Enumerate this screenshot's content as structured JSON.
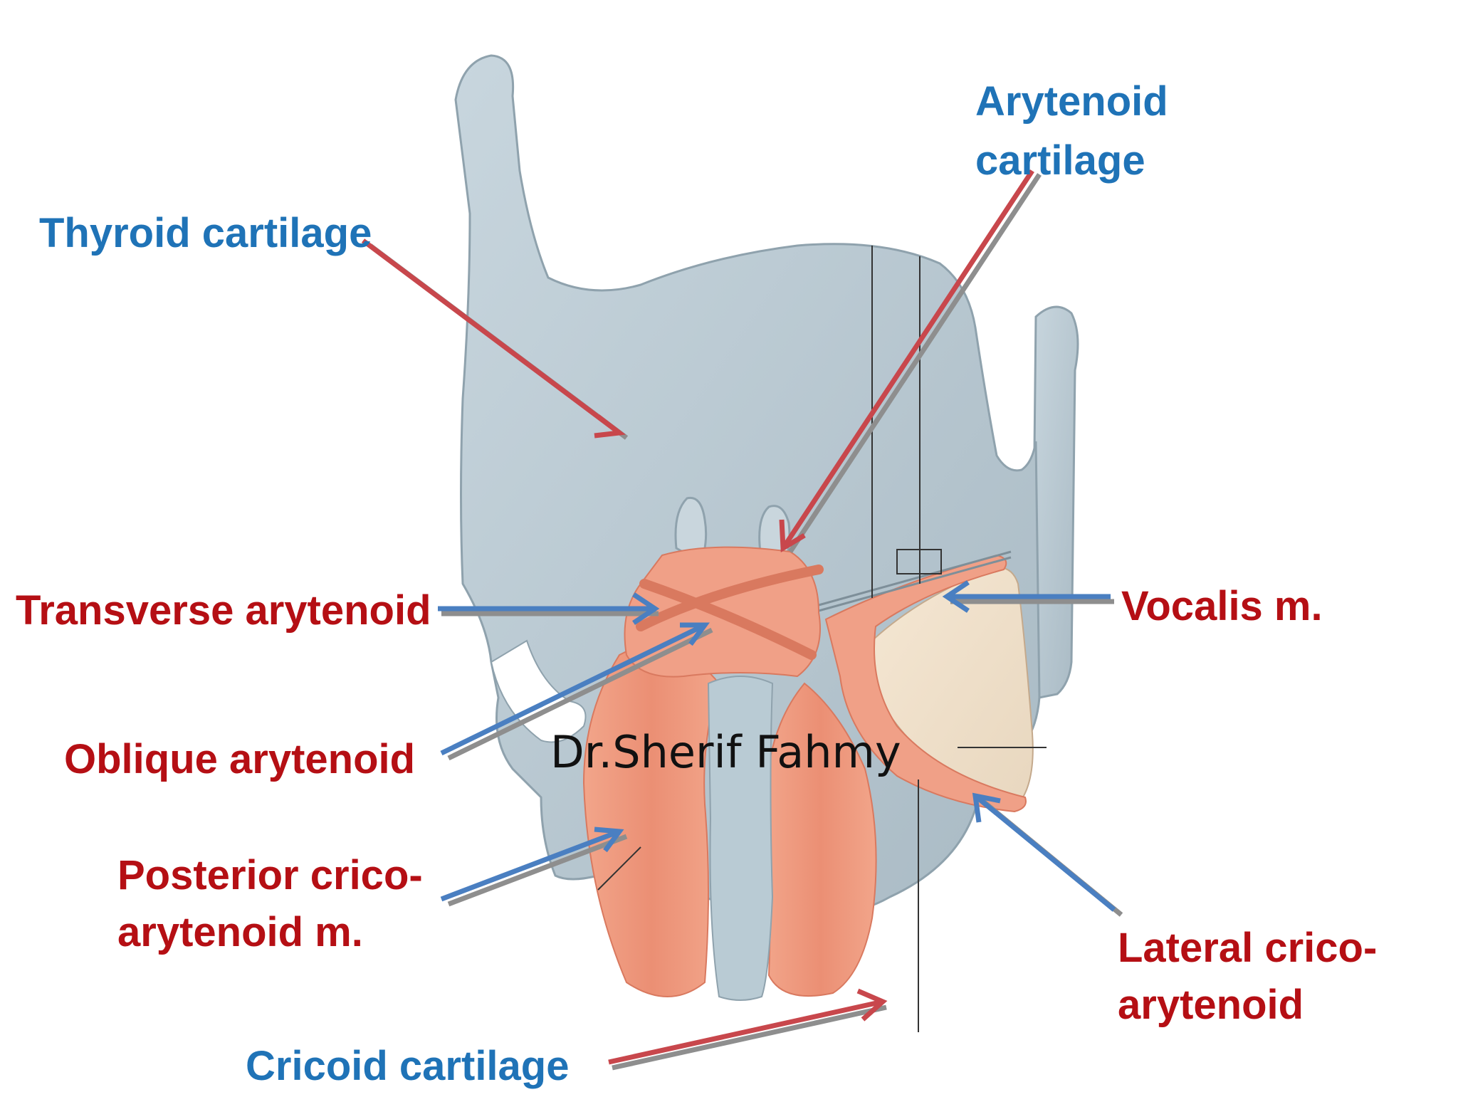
{
  "labels": {
    "thyroid": "Thyroid cartilage",
    "arytenoid_line1": "Arytenoid",
    "arytenoid_line2": "cartilage",
    "transverse": "Transverse arytenoid",
    "vocalis": "Vocalis m.",
    "oblique": "Oblique arytenoid",
    "posterior_line1": "Posterior crico-",
    "posterior_line2": "arytenoid m.",
    "lateral_line1": "Lateral crico-",
    "lateral_line2": "arytenoid",
    "cricoid": "Cricoid cartilage"
  },
  "watermark": "Dr.Sherif Fahmy",
  "colors": {
    "label_blue": "#1f73b7",
    "label_red": "#b50f14",
    "arrow_red": "#c8474c",
    "arrow_blue": "#4a7fc1",
    "cartilage": "#b8c7d0",
    "muscle": "#ee9b7f"
  }
}
